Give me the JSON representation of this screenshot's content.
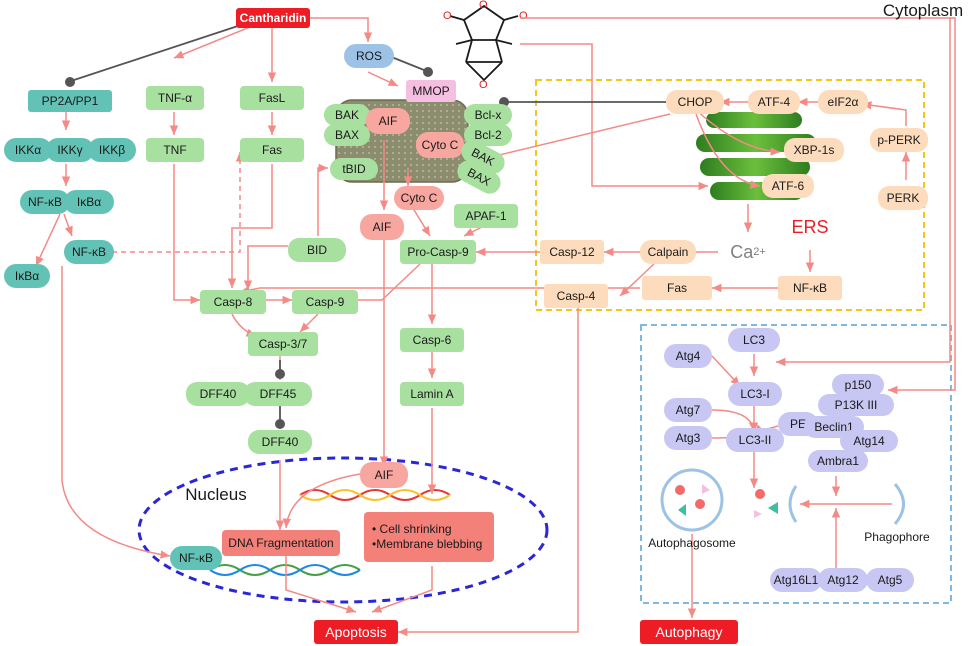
{
  "compartments": {
    "cytoplasm": "Cytoplasm",
    "nucleus": "Nucleus",
    "ers": "ERS",
    "phagophore": "Phagophore",
    "autophagosome": "Autophagosome"
  },
  "drug": "Cantharidin",
  "left_pathway": {
    "pp2a": "PP2A/PP1",
    "ikka": "IKKα",
    "ikkg": "IKKγ",
    "ikkb": "IKKβ",
    "nfkb1": "NF-κB",
    "ikba1": "IκBα",
    "nfkb2": "NF-κB",
    "ikba2": "IκBα",
    "nfkb_nucleus": "NF-κB"
  },
  "extrinsic": {
    "tnfa": "TNF-α",
    "tnf": "TNF",
    "fasl": "FasL",
    "fas": "Fas",
    "bid": "BID",
    "casp8": "Casp-8",
    "casp9": "Casp-9",
    "casp37": "Casp-3/7",
    "dff40a": "DFF40",
    "dff45": "DFF45",
    "dff40b": "DFF40"
  },
  "mito": {
    "ros": "ROS",
    "mmop": "MMOP",
    "bak_l": "BAK",
    "bax_l": "BAX",
    "tbid": "tBID",
    "aif": "AIF",
    "cytoc": "Cyto C",
    "bclx": "Bcl-x",
    "bcl2": "Bcl-2",
    "bak_r": "BAK",
    "bax_r": "BAX"
  },
  "intrinsic": {
    "cytoc2": "Cyto C",
    "aif2": "AIF",
    "apaf1": "APAF-1",
    "procasp9": "Pro-Casp-9",
    "casp6": "Casp-6",
    "lamina": "Lamin A",
    "aif3": "AIF"
  },
  "nucleus_events": {
    "dna_frag": "DNA Fragmentation",
    "shrink1": "• Cell shrinking",
    "shrink2": "•Membrane blebbing"
  },
  "er": {
    "chop": "CHOP",
    "atf4": "ATF-4",
    "eif2a": "eIF2α",
    "pperk": "p-PERK",
    "perk": "PERK",
    "xbp1s": "XBP-1s",
    "atf6": "ATF-6",
    "ca": "Ca",
    "ca_sup": "2+",
    "calpain": "Calpain",
    "casp12": "Casp-12",
    "casp4": "Casp-4",
    "fas": "Fas",
    "nfkb": "NF-κB"
  },
  "autophagy": {
    "lc3": "LC3",
    "atg4": "Atg4",
    "lc3i": "LC3-I",
    "atg7": "Atg7",
    "pe": "PE",
    "atg3": "Atg3",
    "lc3ii": "LC3-II",
    "p150": "p150",
    "p13k": "P13K III",
    "beclin1": "Beclin1",
    "atg14": "Atg14",
    "ambra1": "Ambra1",
    "atg16l1": "Atg16L1",
    "atg12": "Atg12",
    "atg5": "Atg5"
  },
  "outcomes": {
    "apoptosis": "Apoptosis",
    "autophagy": "Autophagy"
  },
  "colors": {
    "arrow": "#f48a86",
    "inhibit": "#555555",
    "er_border": "#f5c518",
    "autophagy_border": "#7fb8e0",
    "nucleus_border": "#2b26d6",
    "drug_red": "#ee1c24"
  }
}
